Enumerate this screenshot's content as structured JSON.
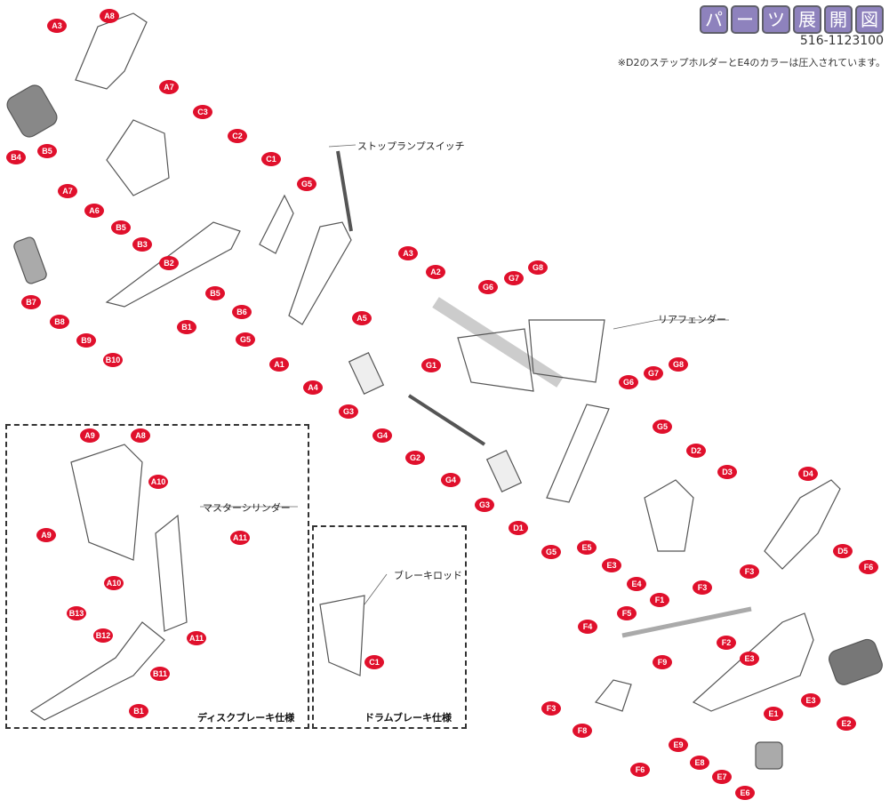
{
  "header": {
    "title_chars": [
      "パ",
      "ー",
      "ツ",
      "展",
      "開",
      "図"
    ],
    "part_number": "516-1123100",
    "note": "※D2のステップホルダーとE4のカラーは圧入されています。"
  },
  "callouts": {
    "stop_lamp_switch": "ストップランプスイッチ",
    "rear_fender": "リアフェンダー",
    "master_cylinder": "マスターシリンダー",
    "brake_rod": "ブレーキロッド"
  },
  "specs": {
    "disc": "ディスクブレーキ仕様",
    "drum": "ドラムブレーキ仕様"
  },
  "labels": [
    "A8",
    "A3",
    "A7",
    "B4",
    "B5",
    "A7",
    "A6",
    "C3",
    "C2",
    "C1",
    "G5",
    "B5",
    "B3",
    "B2",
    "B7",
    "B8",
    "B9",
    "B10",
    "B1",
    "B5",
    "B6",
    "G5",
    "A3",
    "A2",
    "A5",
    "A1",
    "A4",
    "G8",
    "G7",
    "G6",
    "G1",
    "G3",
    "G4",
    "G2",
    "G4",
    "G3",
    "G6",
    "G7",
    "G8",
    "G5",
    "D2",
    "D3",
    "D4",
    "D1",
    "G5",
    "E5",
    "E3",
    "E4",
    "D5",
    "F6",
    "F3",
    "F3",
    "F1",
    "F5",
    "F4",
    "F2",
    "E3",
    "F9",
    "F3",
    "F8",
    "E1",
    "E3",
    "E2",
    "E9",
    "E8",
    "E7",
    "E6",
    "F6",
    "A9",
    "A8",
    "A10",
    "A9",
    "A11",
    "A10",
    "B13",
    "B12",
    "A11",
    "B11",
    "B1",
    "C1"
  ],
  "colors": {
    "label": "#e0102c",
    "title": "#8e82bd"
  }
}
